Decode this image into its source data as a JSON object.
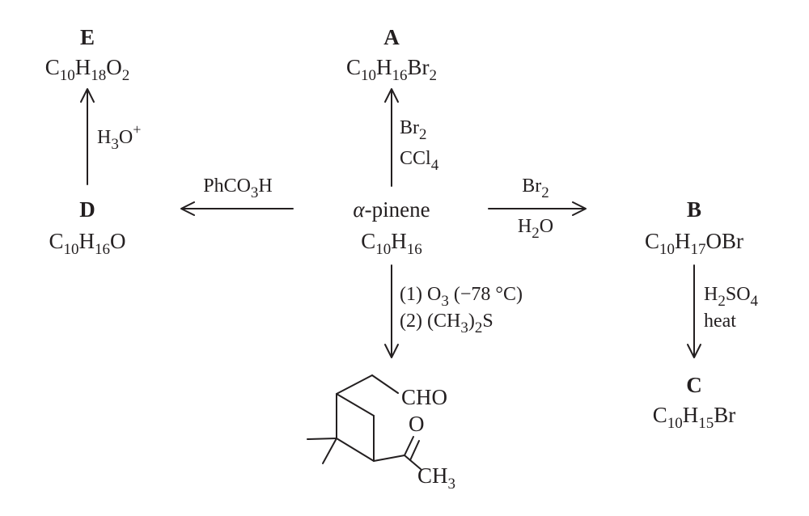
{
  "compounds": {
    "A": {
      "label": "A",
      "formula": {
        "c": "C",
        "c_n": "10",
        "h": "H",
        "h_n": "16",
        "x": "Br",
        "x_n": "2"
      }
    },
    "E": {
      "label": "E",
      "formula": {
        "c": "C",
        "c_n": "10",
        "h": "H",
        "h_n": "18",
        "x": "O",
        "x_n": "2"
      }
    },
    "D": {
      "label": "D",
      "formula": {
        "c": "C",
        "c_n": "10",
        "h": "H",
        "h_n": "16",
        "x": "O"
      }
    },
    "B": {
      "label": "B",
      "formula": {
        "c": "C",
        "c_n": "10",
        "h": "H",
        "h_n": "17",
        "x": "OBr"
      }
    },
    "C": {
      "label": "C",
      "formula": {
        "c": "C",
        "c_n": "10",
        "h": "H",
        "h_n": "15",
        "x": "Br"
      }
    },
    "start": {
      "name_greek": "α",
      "name_rest": "-pinene",
      "formula": {
        "c": "C",
        "c_n": "10",
        "h": "H",
        "h_n": "16"
      }
    }
  },
  "reagents": {
    "to_A": {
      "line1": "Br",
      "line1_n": "2",
      "line2": "CCl",
      "line2_n": "4"
    },
    "to_B": {
      "line1": "Br",
      "line1_n": "2",
      "line2": "H",
      "line2_n": "2",
      "line2_tail": "O"
    },
    "to_D": {
      "line1": "PhCO",
      "line1_n": "3",
      "line1_tail": "H"
    },
    "to_E": {
      "line1": "H",
      "line1_n": "3",
      "line1_tail": "O",
      "line1_sup": "+"
    },
    "to_C": {
      "line1": "H",
      "line1_n": "2",
      "line1_mid": "SO",
      "line1_n2": "4",
      "line2": "heat"
    },
    "ozonolysis": {
      "step1_pre": "(1) O",
      "step1_n": "3",
      "step1_post": " (−78 °C)",
      "step2_pre": "(2) (CH",
      "step2_n": "3",
      "step2_mid": ")",
      "step2_n2": "2",
      "step2_post": "S"
    }
  },
  "product_structure": {
    "aldehyde": "CHO",
    "ketone_o": "O",
    "methyl": "CH",
    "methyl_n": "3"
  }
}
